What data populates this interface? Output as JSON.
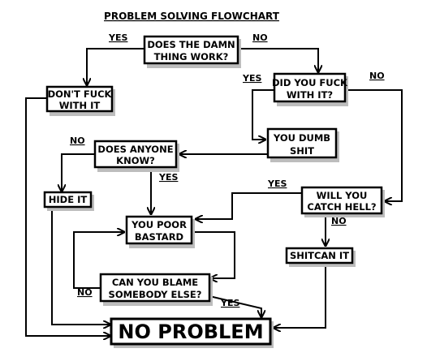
{
  "title": "PROBLEM SOLVING FLOWCHART",
  "nodes": {
    "works": [
      "DOES THE DAMN",
      "THING WORK?"
    ],
    "dont_fuck": [
      "DON'T FUCK",
      "WITH IT"
    ],
    "did_you_fuck": [
      "DID YOU FUCK",
      "WITH IT?"
    ],
    "dumb_shit": [
      "YOU DUMB",
      "SHIT"
    ],
    "anyone_know": [
      "DOES ANYONE",
      "KNOW?"
    ],
    "hide_it": [
      "HIDE IT"
    ],
    "catch_hell": [
      "WILL YOU",
      "CATCH HELL?"
    ],
    "poor_bastard": [
      "YOU POOR",
      "BASTARD"
    ],
    "shitcan": [
      "SHITCAN IT"
    ],
    "blame": [
      "CAN YOU BLAME",
      "SOMEBODY ELSE?"
    ],
    "no_problem": [
      "NO PROBLEM"
    ]
  },
  "edge_labels": {
    "works_yes": "YES",
    "works_no": "NO",
    "fuck_yes": "YES",
    "fuck_no": "NO",
    "know_no": "NO",
    "know_yes": "YES",
    "hell_yes": "YES",
    "hell_no": "NO",
    "blame_no": "NO",
    "blame_yes": "YES"
  }
}
